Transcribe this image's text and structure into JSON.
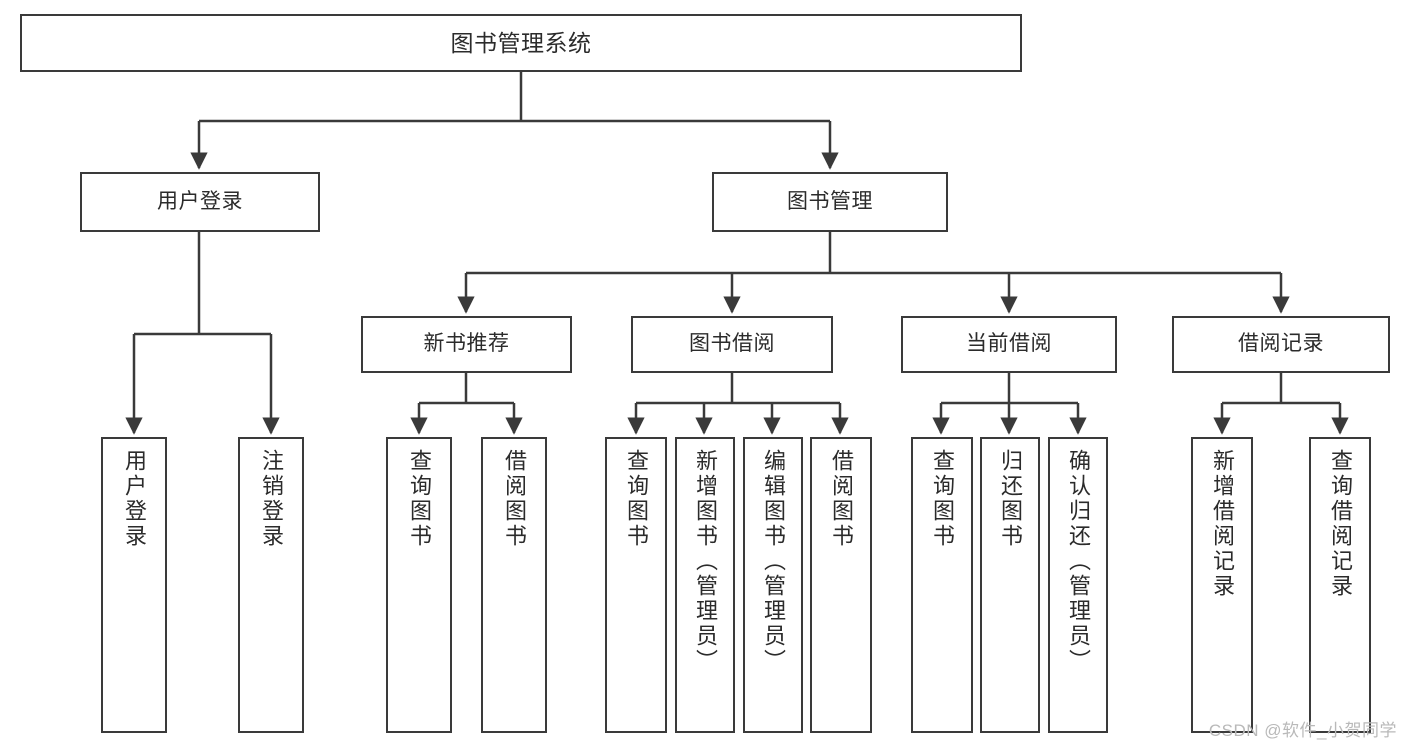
{
  "diagram": {
    "title": "图书管理系统",
    "type": "tree-hierarchy-chart",
    "colors": {
      "box_border": "#3a3a3a",
      "box_fill": "#ffffff",
      "edge": "#3a3a3a",
      "text": "#2b2b2b",
      "watermark": "#b9b9b9",
      "background": "#ffffff"
    },
    "root": {
      "label": "图书管理系统"
    },
    "level2": [
      {
        "id": "user-login",
        "label": "用户登录"
      },
      {
        "id": "book-management",
        "label": "图书管理"
      }
    ],
    "level3": [
      {
        "id": "new-book-recommend",
        "label": "新书推荐"
      },
      {
        "id": "book-borrow",
        "label": "图书借阅"
      },
      {
        "id": "current-borrow",
        "label": "当前借阅"
      },
      {
        "id": "borrow-record",
        "label": "借阅记录"
      }
    ],
    "leaves": {
      "user_login": [
        {
          "id": "leaf-user-login",
          "label": "用户登录"
        },
        {
          "id": "leaf-logout-login",
          "label": "注销登录"
        }
      ],
      "new_book_recommend": [
        {
          "id": "leaf-query-book-1",
          "label": "查询图书"
        },
        {
          "id": "leaf-borrow-book-1",
          "label": "借阅图书"
        }
      ],
      "book_borrow": [
        {
          "id": "leaf-query-book-2",
          "label": "查询图书"
        },
        {
          "id": "leaf-add-book-admin",
          "label": "新增图书（管理员）"
        },
        {
          "id": "leaf-edit-book-admin",
          "label": "编辑图书（管理员）"
        },
        {
          "id": "leaf-borrow-book-2",
          "label": "借阅图书"
        }
      ],
      "current_borrow": [
        {
          "id": "leaf-query-book-3",
          "label": "查询图书"
        },
        {
          "id": "leaf-return-book",
          "label": "归还图书"
        },
        {
          "id": "leaf-confirm-return-admin",
          "label": "确认归还（管理员）"
        }
      ],
      "borrow_record": [
        {
          "id": "leaf-add-borrow-record",
          "label": "新增借阅记录"
        },
        {
          "id": "leaf-query-borrow-record",
          "label": "查询借阅记录"
        }
      ]
    }
  },
  "watermark": {
    "text": "CSDN @软件_小贺同学"
  }
}
